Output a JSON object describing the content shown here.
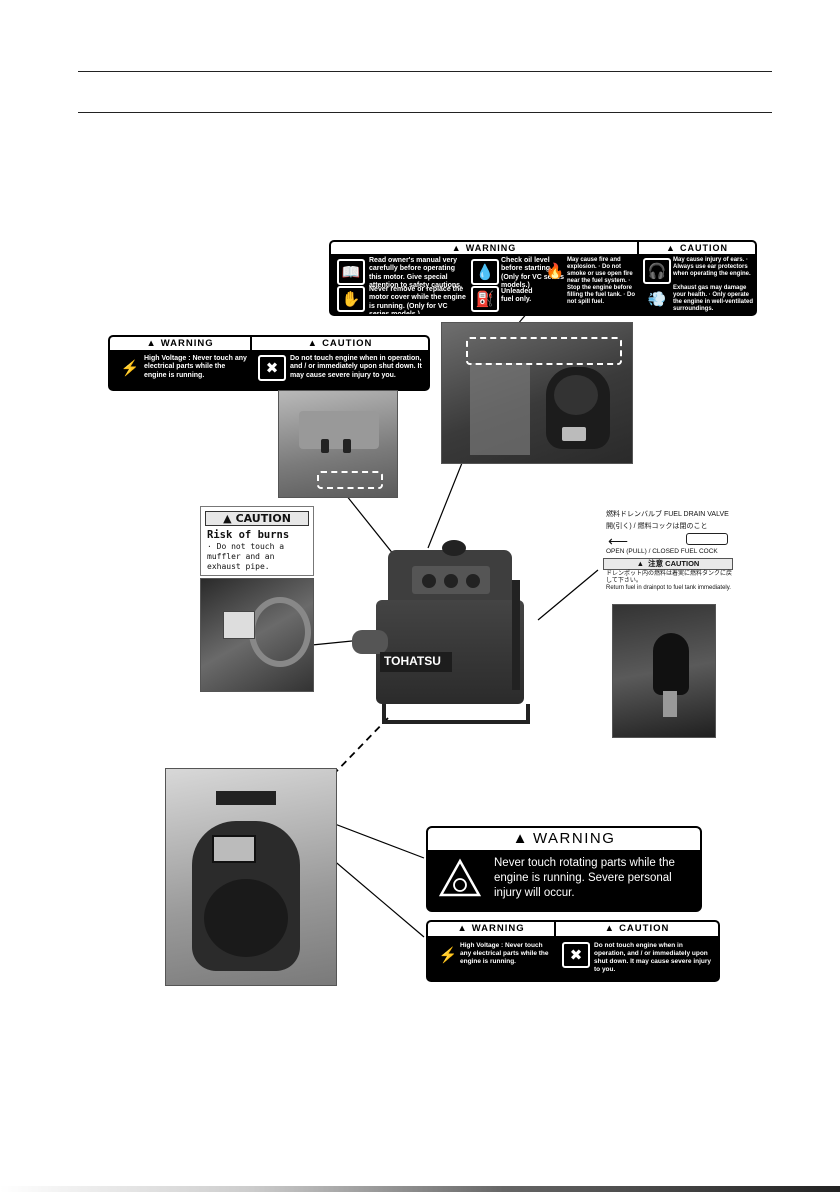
{
  "top_warning": {
    "warning_header": "WARNING",
    "caution_header": "CAUTION",
    "items": [
      "Read owner's manual very carefully before operating this motor. Give special attention to safety cautions.",
      "Check oil level before starting. (Only for VC series models.)",
      "May cause fire and explosion. · Do not smoke or use open fire near the fuel system. · Stop the engine before filling the fuel tank. · Do not spill fuel.",
      "Never remove or replace the motor cover while the engine is running. (Only for VC series models.)",
      "Unleaded fuel only."
    ],
    "caution_items": [
      "May cause injury of ears. · Always use ear protectors when operating the engine.",
      "Exhaust gas may damage your health. · Only operate the engine in well-ventilated surroundings."
    ]
  },
  "hv_label": {
    "warning_header": "WARNING",
    "caution_header": "CAUTION",
    "warning_text": "High Voltage : Never touch any electrical parts while the engine is running.",
    "caution_text": "Do not touch engine when in operation, and / or immediately upon shut down. It may cause severe injury to you."
  },
  "burn_label": {
    "header": "CAUTION",
    "title": "Risk of burns",
    "body": "· Do not touch a muffler and an exhaust pipe."
  },
  "fuel_label": {
    "jp_line1": "燃料ドレンバルブ FUEL DRAIN VALVE",
    "jp_line2": "開(引く) / 燃料コックは閉のこと",
    "open_close": "OPEN (PULL) / CLOSED FUEL COCK",
    "caution_bar": "注意  CAUTION",
    "jp_note": "ドレンポット内の燃料は着実に燃料タンクに戻して下さい。",
    "en_note": "Return fuel in drainpot to fuel tank immediately."
  },
  "rotating_label": {
    "header": "WARNING",
    "text": "Never touch rotating parts while the engine is running. Severe personal injury will occur."
  },
  "brand": "TOHATSU",
  "icons": [
    "book-icon",
    "oil-drop-icon",
    "fire-icon",
    "ear-protector-icon",
    "hand-stop-icon",
    "fuel-pump-icon",
    "exhaust-icon",
    "electric-hand-icon",
    "no-touch-engine-icon",
    "rotating-parts-icon"
  ]
}
